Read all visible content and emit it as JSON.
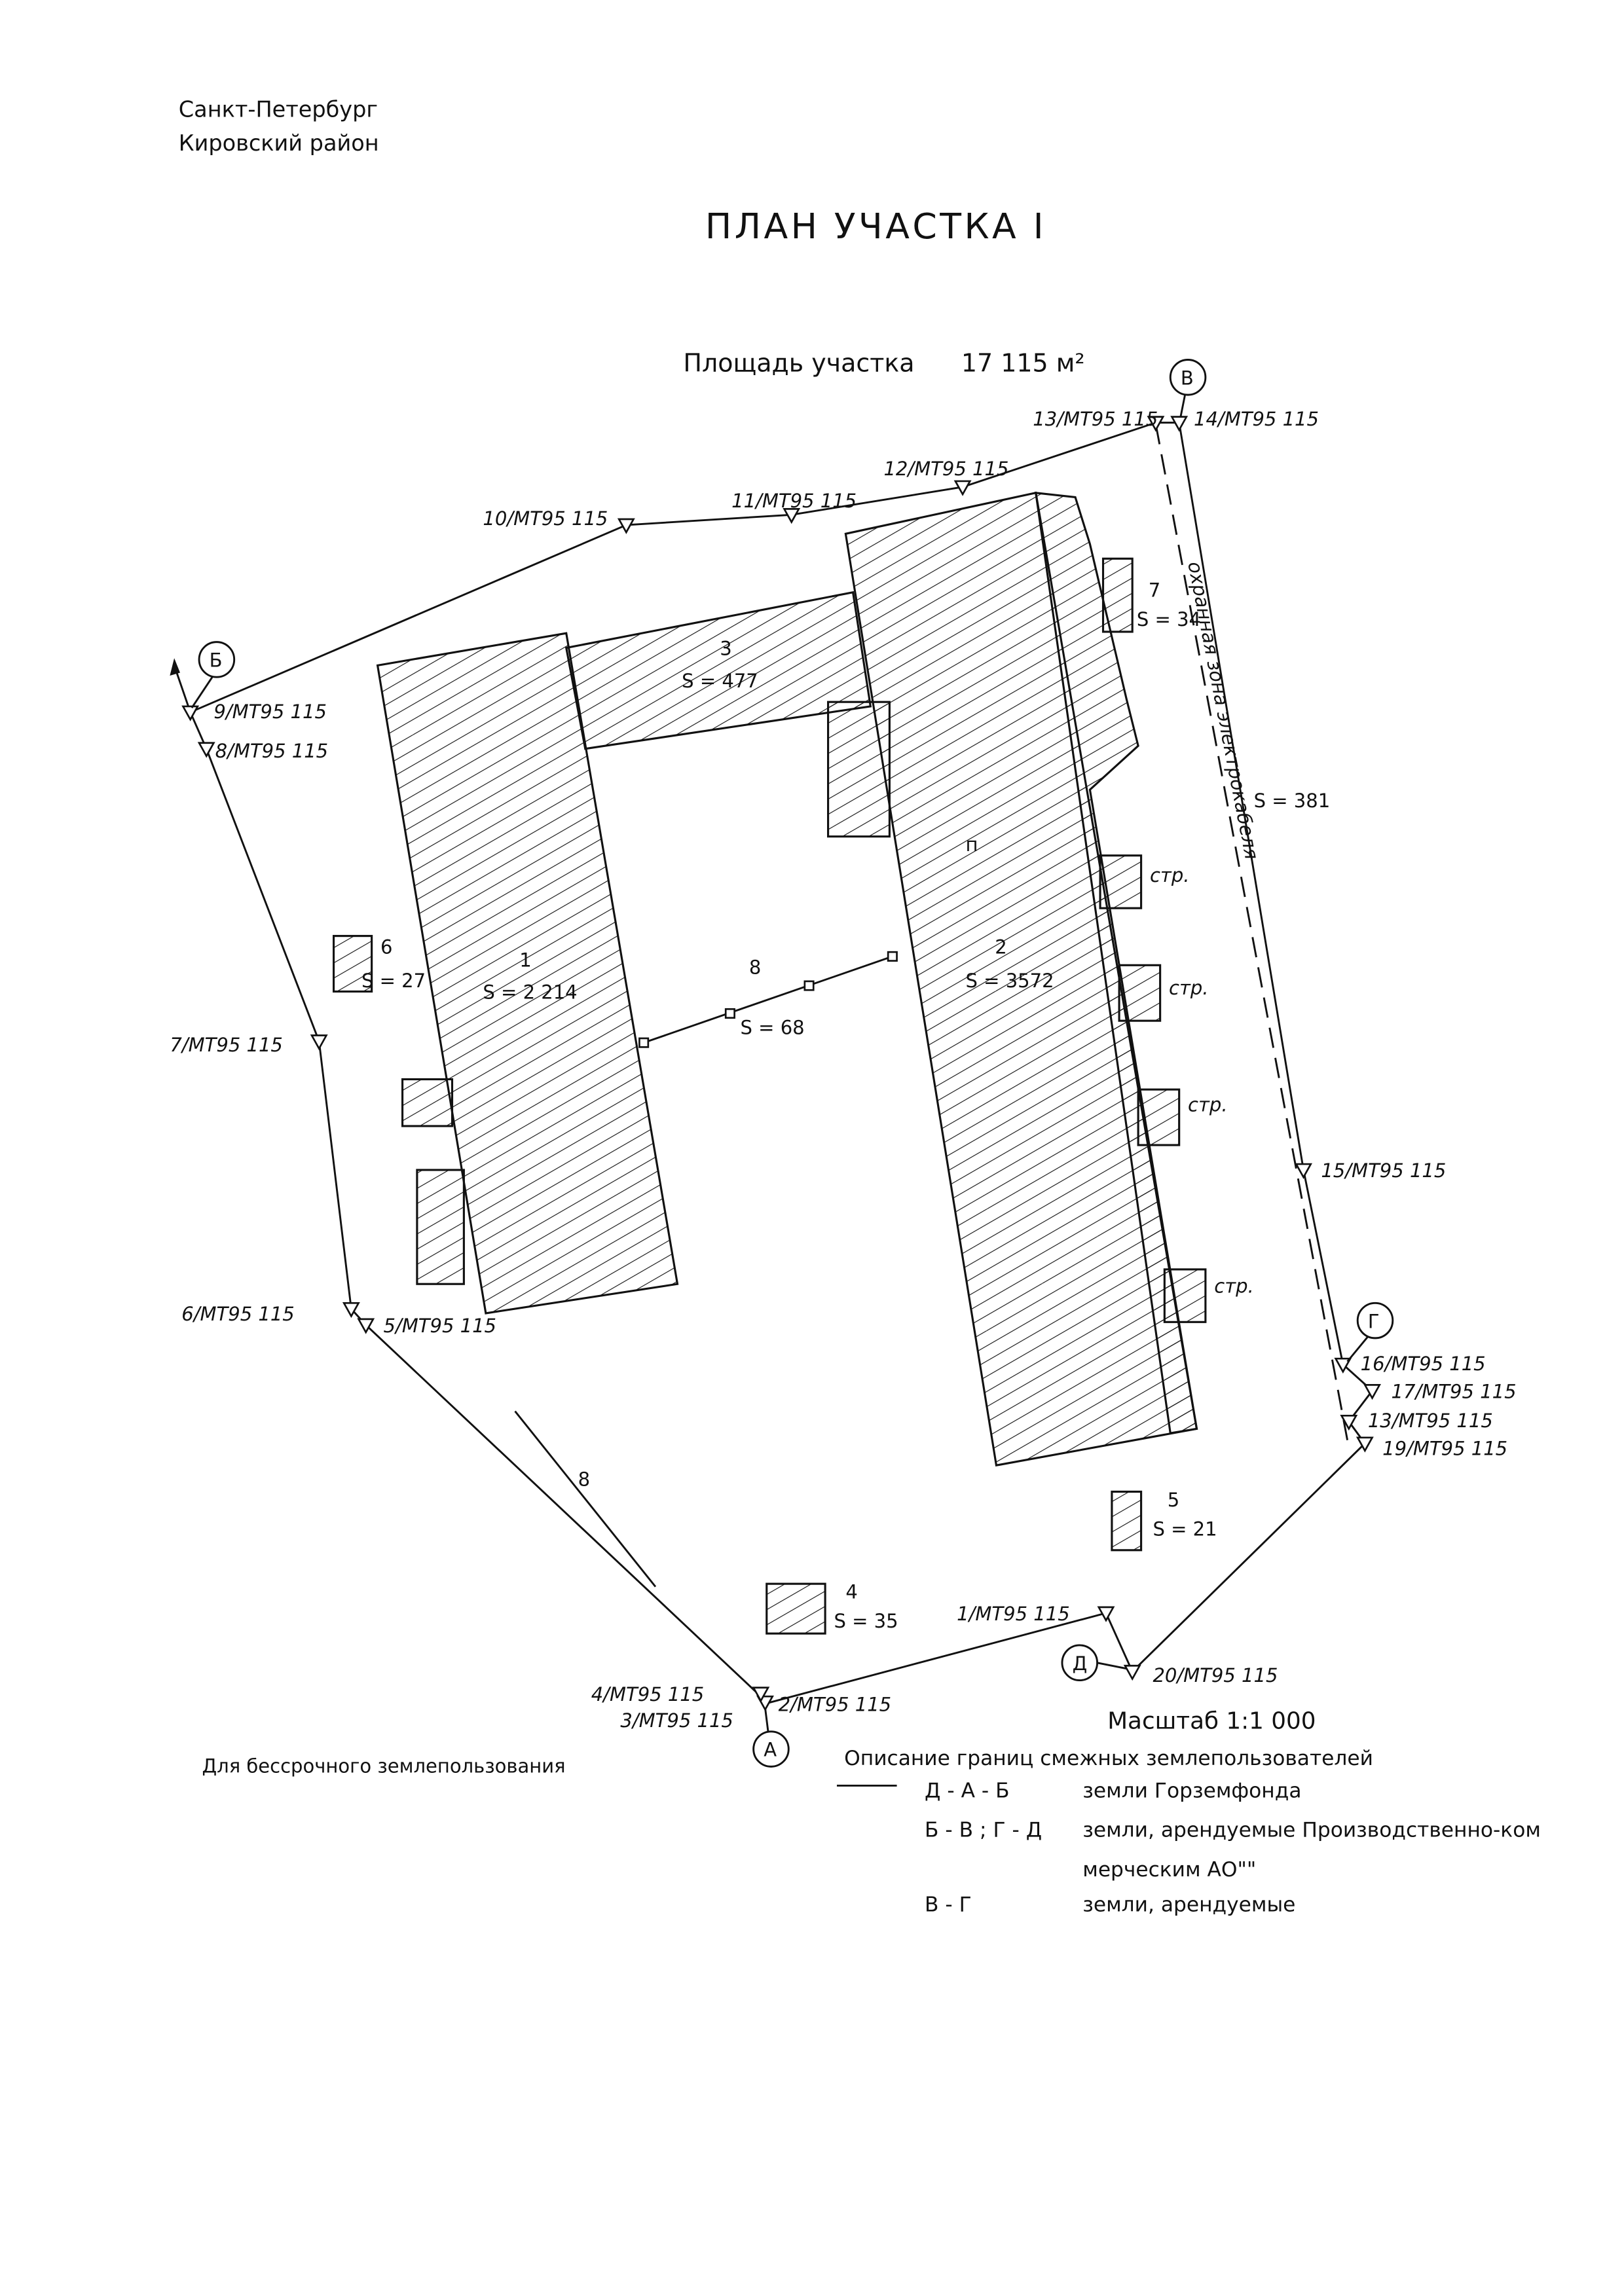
{
  "header": {
    "city": "Санкт-Петербург",
    "district": "Кировский район"
  },
  "title": "ПЛАН  УЧАСТКА I",
  "area": {
    "label": "Площадь участка",
    "value": "17 115 м²"
  },
  "corners": {
    "A": "А",
    "B": "Б",
    "V": "В",
    "G": "Г",
    "D": "Д"
  },
  "points": [
    "1/МТ95 115",
    "2/МТ95 115",
    "3/МТ95 115",
    "4/МТ95 115",
    "5/МТ95 115",
    "6/МТ95 115",
    "7/МТ95 115",
    "8/МТ95 115",
    "9/МТ95 115",
    "10/МТ95 115",
    "11/МТ95 115",
    "12/МТ95 115",
    "13/МТ95 115",
    "14/МТ95 115",
    "15/МТ95 115",
    "16/МТ95 115",
    "17/МТ95 115",
    "13/МТ95 115",
    "19/МТ95 115",
    "20/МТ95 115"
  ],
  "buildings": [
    {
      "num": "1",
      "area": "S = 2 214"
    },
    {
      "num": "2",
      "area": "S = 3572"
    },
    {
      "num": "3",
      "area": "S = 477"
    },
    {
      "num": "4",
      "area": "S = 35"
    },
    {
      "num": "5",
      "area": "S = 21"
    },
    {
      "num": "6",
      "area": "S = 27"
    },
    {
      "num": "7",
      "area": "S = 34"
    },
    {
      "num": "8",
      "area": "S = 68"
    }
  ],
  "extra_labels": {
    "line8": "8",
    "zone_area": "S = 381",
    "zone": "охранная зона электрокабеля",
    "str": "стр.",
    "n": "п"
  },
  "scale": "Масштаб  1:1 000",
  "usage": "Для бессрочного землепользования",
  "legend": {
    "title": "Описание границ смежных землепользователей",
    "rows": [
      {
        "code": "Д - А - Б",
        "text": "земли Горземфонда"
      },
      {
        "code": "Б - В ; Г - Д",
        "text": "земли, арендуемые Производственно-ком"
      },
      {
        "code": "",
        "text": "мерческим АО\"\""
      },
      {
        "code": "В - Г",
        "text": "земли, арендуемые"
      }
    ]
  }
}
